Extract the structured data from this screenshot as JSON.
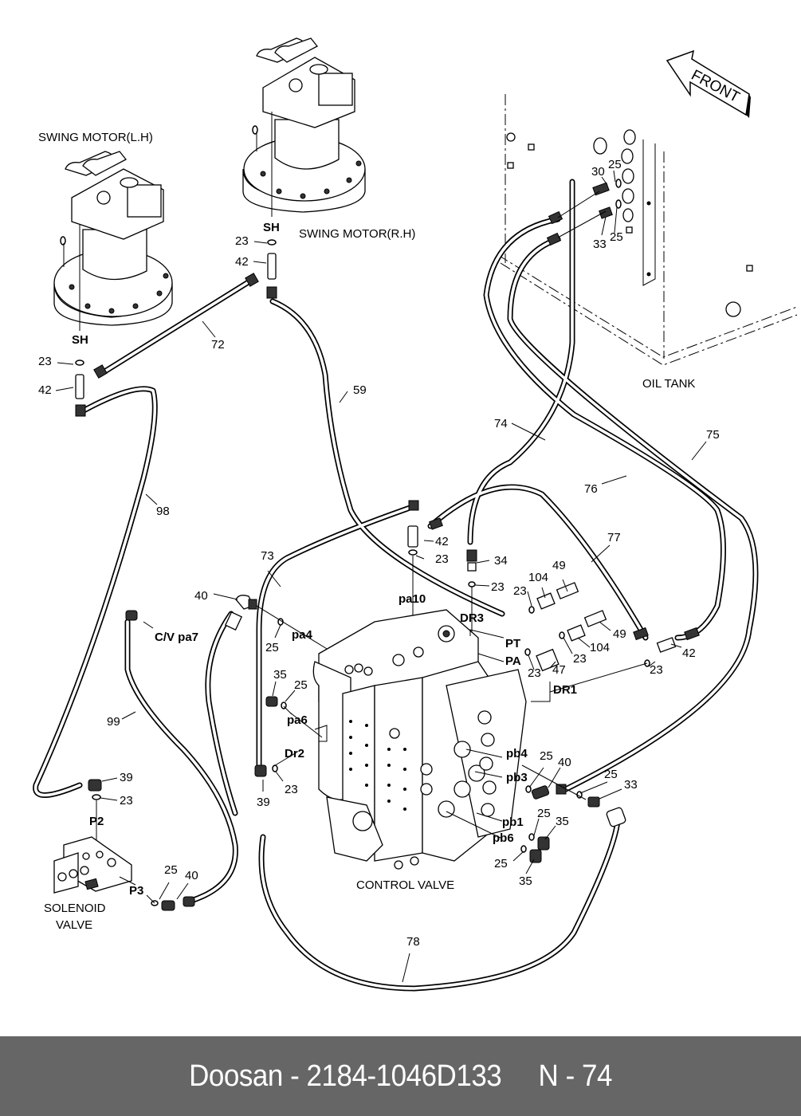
{
  "diagram": {
    "front_arrow": "FRONT",
    "components": {
      "swing_motor_lh": "SWING MOTOR(L.H)",
      "swing_motor_rh": "SWING MOTOR(R.H)",
      "oil_tank": "OIL TANK",
      "control_valve": "CONTROL VALVE",
      "solenoid_valve_line1": "SOLENOID",
      "solenoid_valve_line2": "VALVE"
    },
    "ports": {
      "sh_lh": "SH",
      "sh_rh": "SH",
      "pa10": "pa10",
      "pa4": "pa4",
      "pa6": "pa6",
      "dr2": "Dr2",
      "dr3": "DR3",
      "pt": "PT",
      "pa": "PA",
      "dr1": "DR1",
      "cv_pa7": "C/V pa7",
      "pb4": "pb4",
      "pb3": "pb3",
      "pb1": "pb1",
      "pb6": "pb6",
      "p2": "P2",
      "p3": "P3"
    },
    "callouts": {
      "c23_rh": "23",
      "c42_rh": "42",
      "c23_lh": "23",
      "c42_lh": "42",
      "c72": "72",
      "c59": "59",
      "c98": "98",
      "c30": "30",
      "c25_t1": "25",
      "c33_t": "33",
      "c25_t2": "25",
      "c74": "74",
      "c75": "75",
      "c76": "76",
      "c77": "77",
      "c73": "73",
      "c40_a": "40",
      "c25_a": "25",
      "c42_c": "42",
      "c23_c": "23",
      "c34": "34",
      "c23_d": "23",
      "c104_a": "104",
      "c49_a": "49",
      "c23_e": "23",
      "c49_b": "49",
      "c104_b": "104",
      "c23_f": "23",
      "c47": "47",
      "c23_g": "23",
      "c42_r": "42",
      "c23_r": "23",
      "c35_a": "35",
      "c25_b": "25",
      "c39_a": "39",
      "c23_h": "23",
      "c99": "99",
      "c39_b": "39",
      "c23_i": "23",
      "c25_c": "25",
      "c40_b": "40",
      "c25_pb4": "25",
      "c40_pb4": "40",
      "c25_pb33": "25",
      "c33_pb": "33",
      "c25_pb1": "25",
      "c35_pb1": "35",
      "c25_pb6": "25",
      "c35_pb6": "35",
      "c78": "78"
    }
  },
  "footer": {
    "brand": "Doosan",
    "part_number": "2184-1046D133",
    "page_ref": "N - 74",
    "text": "Doosan - 2184-1046D133     N - 74"
  },
  "colors": {
    "footer_bg": "#666666",
    "footer_text": "#ffffff",
    "line": "#000000"
  }
}
